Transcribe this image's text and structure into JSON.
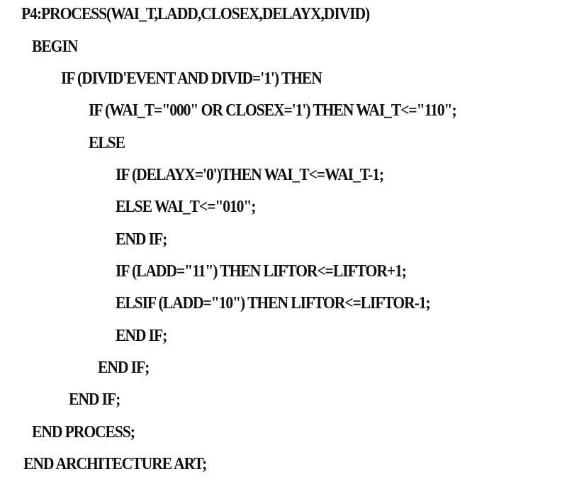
{
  "code_lines": [
    "P4:PROCESS(WAI_T,LADD,CLOSEX,DELAYX,DIVID)",
    "BEGIN",
    "IF (DIVID'EVENT AND DIVID='1') THEN",
    "IF (WAI_T=\"000\" OR CLOSEX='1') THEN WAI_T<=\"110\";",
    "ELSE",
    "IF (DELAYX='0')THEN WAI_T<=WAI_T-1;",
    "ELSE WAI_T<=\"010\";",
    "END IF;",
    "IF (LADD=\"11\") THEN LIFTOR<=LIFTOR+1;",
    "ELSIF (LADD=\"10\") THEN LIFTOR<=LIFTOR-1;",
    "END IF;",
    "END IF;",
    "END IF;",
    "END PROCESS;",
    "END ARCHITECTURE ART;"
  ]
}
